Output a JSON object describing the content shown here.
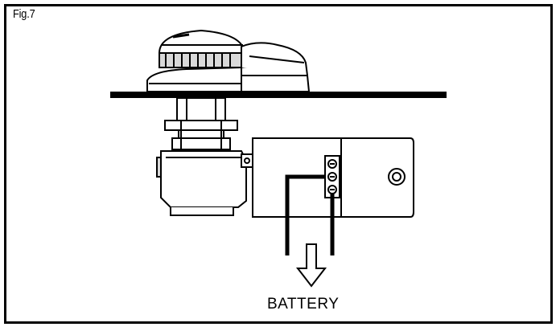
{
  "figure": {
    "label": "Fig.7",
    "caption": "BATTERY"
  },
  "icons": [
    "windlass-deck-unit",
    "gearbox",
    "motor",
    "terminal-screws",
    "down-arrow"
  ],
  "colors": {
    "ink": "#000000",
    "paper": "#ffffff",
    "shade": "#d9d9d9"
  }
}
